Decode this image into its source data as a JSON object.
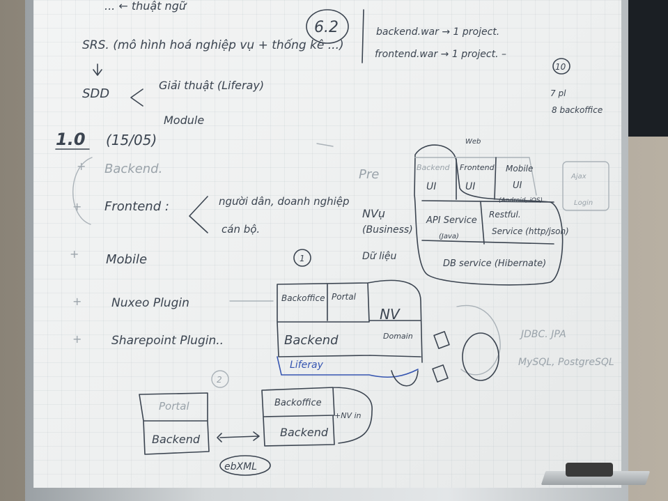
{
  "board": {
    "top_left": {
      "line0": "... ← thuật ngữ",
      "srs": "SRS. (mô hình hoá nghiệp vụ + thống kê ...)",
      "sdd": "SDD",
      "sdd_item1": "Giải thuật (Liferay)",
      "sdd_item2": "Module",
      "version": "1.0",
      "version_date": "(15/05)",
      "list": [
        "Backend.",
        "Frontend :",
        "Mobile",
        "Nuxeo Plugin",
        "Sharepoint Plugin.."
      ],
      "frontend_note1": "người dân, doanh nghiệp",
      "frontend_note2": "cán bộ."
    },
    "top_right": {
      "circle": "6.2",
      "line1": "backend.war → 1 project.",
      "line2": "frontend.war → 1 project. –",
      "circle2": "10",
      "note1": "7 pl",
      "note2": "8 backoffice"
    },
    "arch": {
      "pre": "Pre",
      "nvu": "NVụ",
      "business": "(Business)",
      "dlieu": "Dữ liệu",
      "web": "Web",
      "cells": [
        "Backend UI",
        "Frontend UI",
        "Mobile UI (Android, iOS)",
        "API Service (Java)",
        "Restful Service (http/json)",
        "DB service (Hibernate)"
      ],
      "side": [
        "Ajax",
        "Login"
      ]
    },
    "diagram1": {
      "label": "1",
      "backoffice": "Backoffice",
      "portal": "Portal",
      "backend": "Backend",
      "nv": "NV",
      "domain": "Domain",
      "liferay": "Liferay"
    },
    "diagram2": {
      "label": "2",
      "portal": "Portal",
      "backend": "Backend",
      "backoffice": "Backoffice",
      "backend2": "Backend",
      "nv": "+NV in",
      "ebxml": "ebXML"
    },
    "db_notes": [
      "JDBC. JPA",
      "MySQL, PostgreSQL"
    ]
  }
}
